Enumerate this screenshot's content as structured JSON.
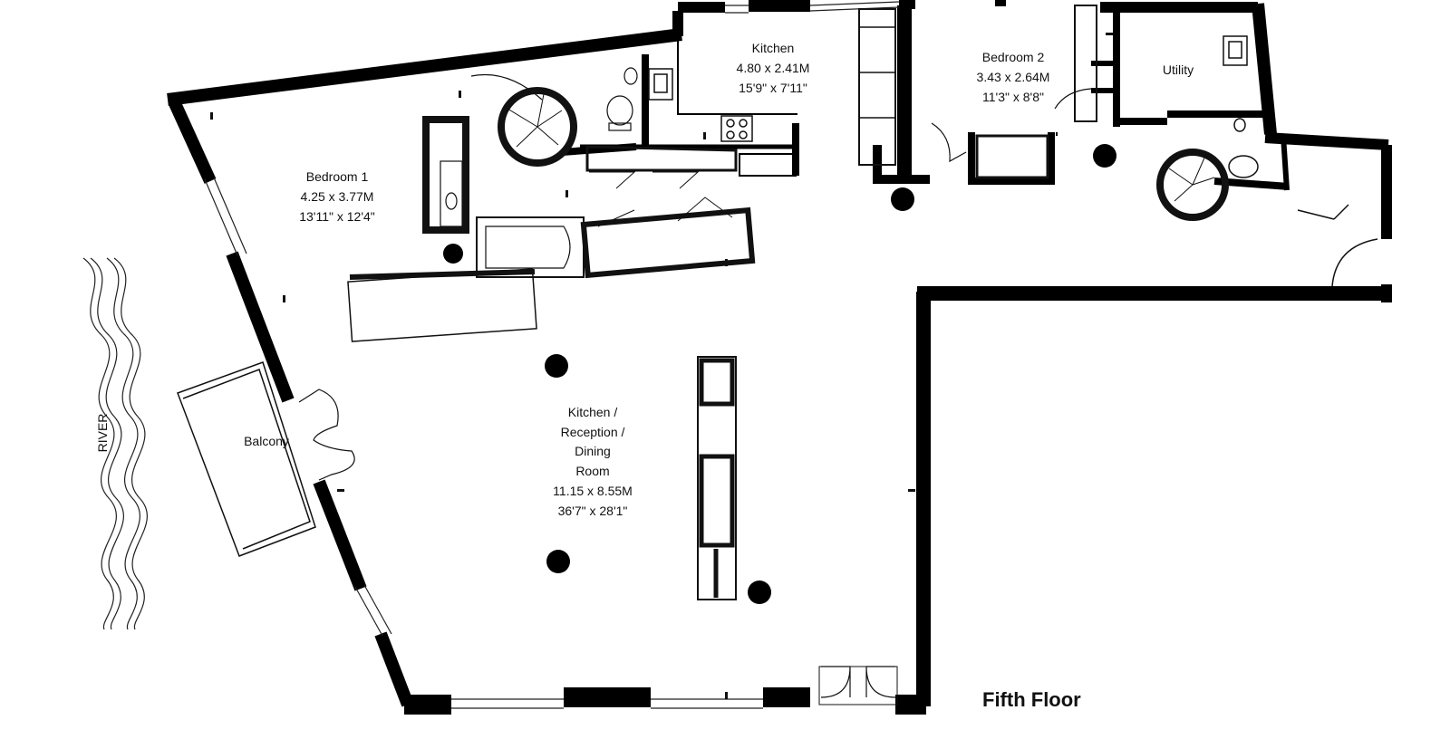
{
  "floor_title": "Fifth Floor",
  "river_label": "RIVER",
  "rooms": {
    "kitchen": {
      "name": "Kitchen",
      "metric": "4.80 x 2.41M",
      "imperial": "15'9\" x 7'11\""
    },
    "bedroom2": {
      "name": "Bedroom 2",
      "metric": "3.43 x 2.64M",
      "imperial": "11'3\" x 8'8\""
    },
    "utility": {
      "name": "Utility"
    },
    "bedroom1": {
      "name": "Bedroom 1",
      "metric": "4.25 x 3.77M",
      "imperial": "13'11\" x 12'4\""
    },
    "balcony": {
      "name": "Balcony"
    },
    "reception": {
      "name_lines": [
        "Kitchen /",
        "Reception /",
        "Dining",
        "Room"
      ],
      "metric": "11.15 x 8.55M",
      "imperial": "36'7\" x 28'1\""
    }
  },
  "colors": {
    "wall": "#000000",
    "line": "#111111",
    "background": "#ffffff"
  }
}
